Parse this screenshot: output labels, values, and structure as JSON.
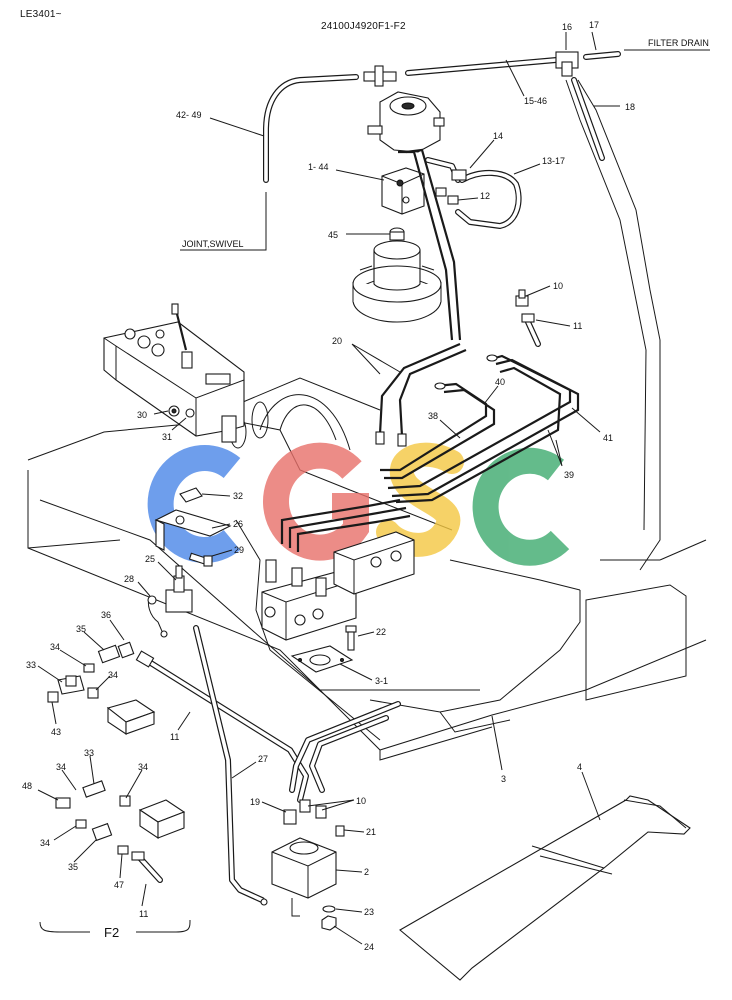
{
  "header": {
    "left_code": "LE3401~",
    "drawing_number": "24100J4920F1-F2"
  },
  "annotations": {
    "filter_drain": "FILTER DRAIN",
    "joint_swivel": "JOINT,SWIVEL",
    "group_f2": "F2"
  },
  "watermark": {
    "letters": [
      "C",
      "G",
      "S",
      "C"
    ],
    "colors": [
      "#4a86e8",
      "#e8706a",
      "#f5c842",
      "#3daa6e"
    ]
  },
  "callouts": {
    "c16": "16",
    "c17": "17",
    "c15_46": "15-46",
    "c18": "18",
    "c42_49": "42- 49",
    "c14": "14",
    "c13_17": "13-17",
    "c1_44": "1- 44",
    "c12": "12",
    "c45": "45",
    "c10a": "10",
    "c11a": "11",
    "c20": "20",
    "c40": "40",
    "c38": "38",
    "c41": "41",
    "c39": "39",
    "c30": "30",
    "c31": "31",
    "c32": "32",
    "c26": "26",
    "c29": "29",
    "c25": "25",
    "c28": "28",
    "c36": "36",
    "c35a": "35",
    "c34a": "34",
    "c33a": "33",
    "c34b": "34",
    "c43": "43",
    "c11b": "11",
    "c22": "22",
    "c3_1": "3-1",
    "c27": "27",
    "c3": "3",
    "c4": "4",
    "c48": "48",
    "c34c": "34",
    "c33b": "33",
    "c34d": "34",
    "c34e": "34",
    "c35b": "35",
    "c47": "47",
    "c11c": "11",
    "c19": "19",
    "c10b": "10",
    "c21": "21",
    "c2": "2",
    "c23": "23",
    "c24": "24"
  }
}
